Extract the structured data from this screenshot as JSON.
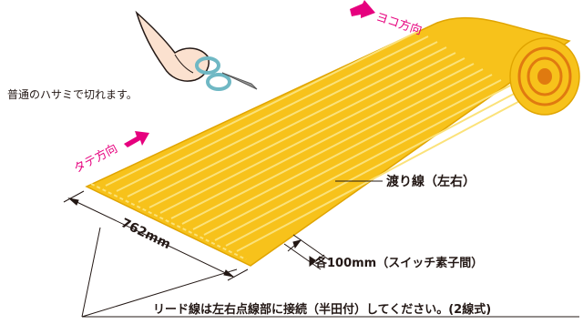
{
  "labels": {
    "yoko": "ヨコ方向",
    "tate": "タテ方向",
    "scissors_note": "普通のハサミで切れます。",
    "width": "762mm",
    "wire": "渡り線（左右）",
    "spacing": "各100mm（スイッチ素子間）",
    "lead": "リード線は左右点線部に接続（半田付）してください。(2線式)"
  },
  "colors": {
    "sheet": "#f7c21b",
    "sheet_edge": "#e0a400",
    "lines": "#fbe27a",
    "roll_core": "#e07a10",
    "arrow": "#e6007e",
    "text": "#231815",
    "skin": "#fbe1cf",
    "scissor_handle": "#6fb8c4"
  }
}
